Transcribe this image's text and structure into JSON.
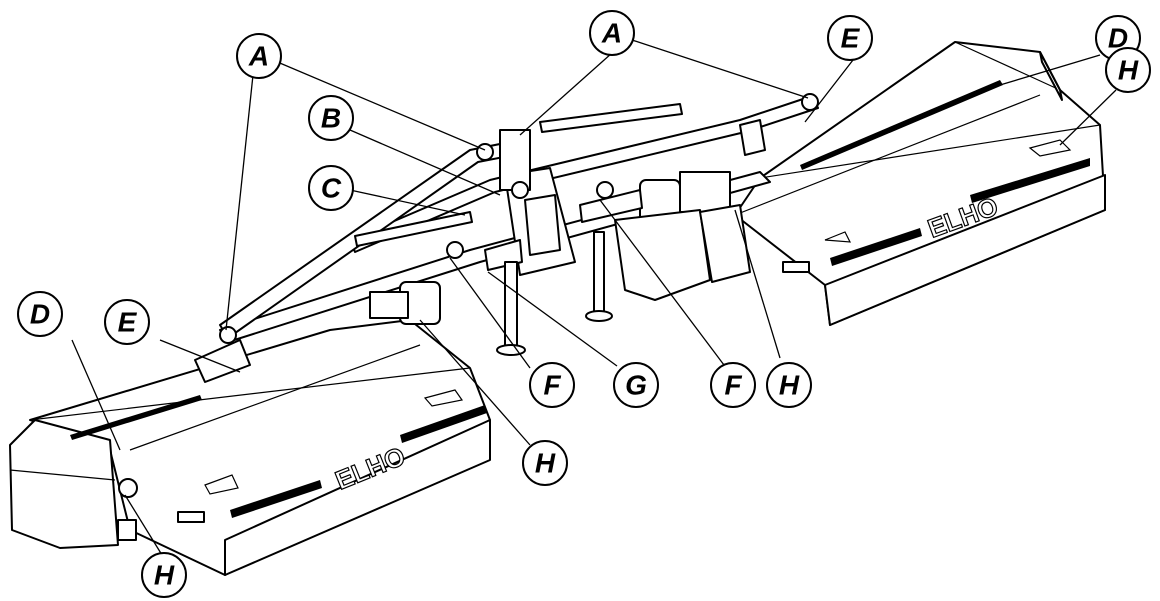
{
  "brand_decals": [
    "ELHO",
    "ELHO"
  ],
  "callouts": [
    {
      "id": "A1",
      "label": "A"
    },
    {
      "id": "A2",
      "label": "A"
    },
    {
      "id": "B",
      "label": "B"
    },
    {
      "id": "C",
      "label": "C"
    },
    {
      "id": "D1",
      "label": "D"
    },
    {
      "id": "D2",
      "label": "D"
    },
    {
      "id": "E1",
      "label": "E"
    },
    {
      "id": "E2",
      "label": "E"
    },
    {
      "id": "F1",
      "label": "F"
    },
    {
      "id": "F2",
      "label": "F"
    },
    {
      "id": "G",
      "label": "G"
    },
    {
      "id": "H1",
      "label": "H"
    },
    {
      "id": "H2",
      "label": "H"
    },
    {
      "id": "H3",
      "label": "H"
    },
    {
      "id": "H4",
      "label": "H"
    }
  ]
}
